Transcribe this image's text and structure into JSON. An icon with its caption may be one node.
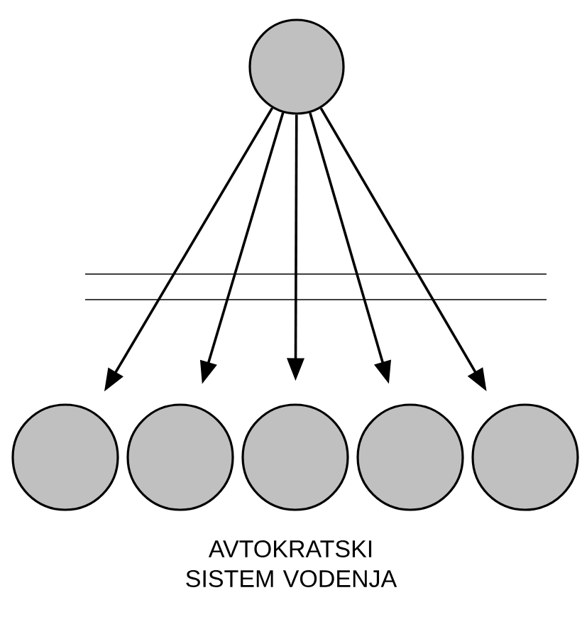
{
  "diagram": {
    "caption": "AVTOKRATSKI SISTEM VODENJA",
    "nodes": [
      {
        "text": [],
        "shape": "circle"
      },
      {
        "text": [],
        "shape": "circle"
      },
      {
        "text": [],
        "shape": "circle"
      },
      {
        "text": [],
        "shape": "circle"
      },
      {
        "text": [],
        "shape": "circle"
      },
      {
        "text": [],
        "shape": "circle"
      }
    ],
    "edges": [
      {
        "from": 0,
        "to": 1,
        "arrow": "to"
      },
      {
        "from": 0,
        "to": 2,
        "arrow": "to"
      },
      {
        "from": 0,
        "to": 3,
        "arrow": "to"
      },
      {
        "from": 0,
        "to": 4,
        "arrow": "to"
      },
      {
        "from": 0,
        "to": 5,
        "arrow": "to"
      }
    ]
  }
}
